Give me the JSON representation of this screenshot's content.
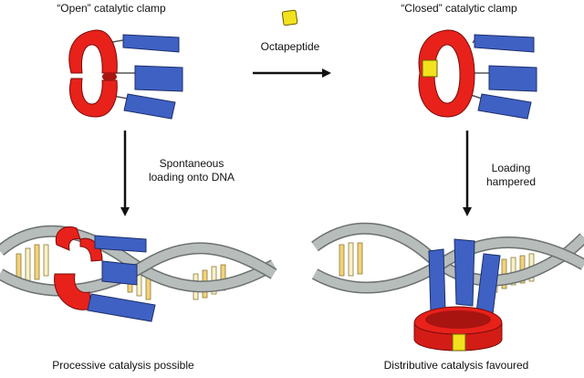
{
  "labels": {
    "open_clamp": "“Open” catalytic clamp",
    "closed_clamp": "“Closed” catalytic clamp",
    "octapeptide": "Octapeptide",
    "spontaneous_line1": "Spontaneous",
    "spontaneous_line2": "loading onto DNA",
    "loading_line1": "Loading",
    "loading_line2": "hampered",
    "processive": "Processive catalysis possible",
    "distributive": "Distributive catalysis favoured"
  },
  "colors": {
    "clamp_red": "#e8211b",
    "clamp_dark_red": "#a81410",
    "domain_blue": "#3f61c4",
    "octapeptide_yellow": "#f2e21e",
    "dna_grey": "#b7bdbb",
    "dna_base_yellow": "#f2d27a"
  }
}
